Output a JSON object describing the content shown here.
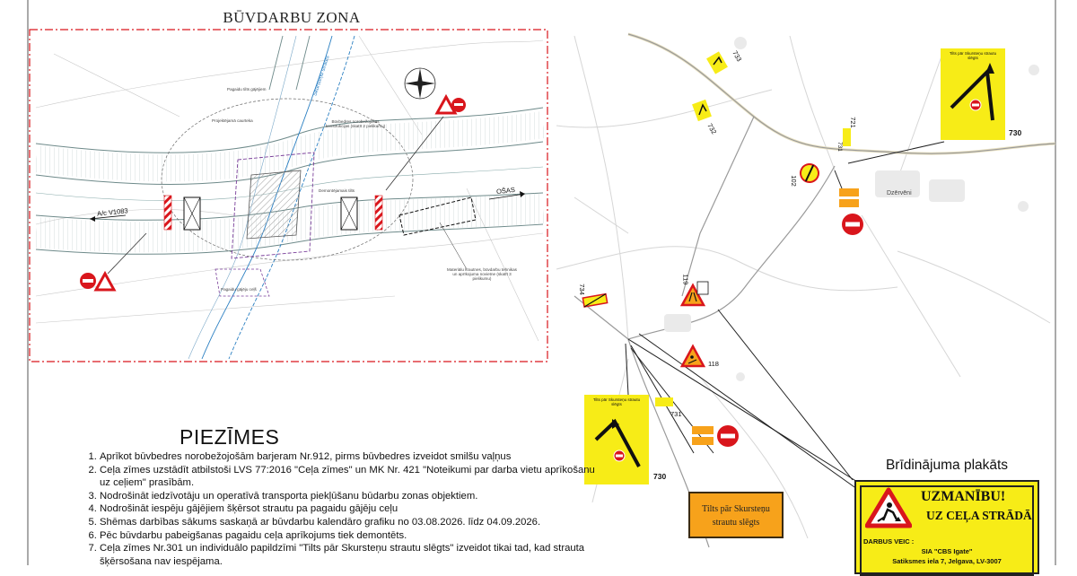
{
  "zone_title": "BŪVDARBU ZONA",
  "plan_labels": {
    "road_left": "A/c V1083",
    "road_right": "OŠAS",
    "creek": "Skursteņu strauts",
    "temp_footway": "Pagaidu tilts gājējiem",
    "perimeter": "Projektējamā caurteka",
    "barrier_note": "Būvbedres norobežojošās konstrukcijas (skatīt 2 pielikumu)",
    "existing_bridge": "Demontējamais tilts",
    "temp_path": "Pagaidu gājēju ceļš",
    "storage_note": "Materiālu krautnes, būvdarbu tehnikas un aprīkojuma novietne (skatīt 3 pielikumu)"
  },
  "notes": {
    "title": "PIEZĪMES",
    "items": [
      "Aprīkot būvbedres norobežojošām barjeram Nr.912, pirms būvbedres izveidot smilšu vaļņus",
      "Ceļa zīmes uzstādīt atbilstoši LVS 77:2016 \"Ceļa zīmes\"  un MK Nr. 421 \"Noteikumi par darba vietu aprīkošanu uz ceļiem\" prasībām.",
      "Nodrošināt iedzīvotāju un operatīvā transporta piekļūšanu būdarbu zonas objektiem.",
      "Nodrošināt iespēju gājējiem šķērsot strautu pa pagaidu gājēju ceļu",
      "Shēmas darbības sākums saskaņā ar būvdarbu kalendāro grafiku no 03.08.2026. līdz 04.09.2026.",
      "Pēc būvdarbu pabeigšanas pagaidu ceļa aprīkojums tiek demontēts.",
      "Ceļa zīmes Nr.301 un individuālo papildzīmi \"Tilts pār Skursteņu strautu slēgts\" izveidot tikai tad, kad strauta šķērsošana nav iespējama."
    ]
  },
  "map": {
    "sign_numbers": [
      "733",
      "732",
      "730",
      "721",
      "731",
      "730",
      "118",
      "734",
      "119",
      "102",
      "731"
    ],
    "village": "Dzērvēni",
    "detour_small_caption": "Tilts pār Skursteņu strautu slēgts"
  },
  "bridge_plate": {
    "line1": "Tilts pār Skursteņu",
    "line2": "strautu slēgts"
  },
  "warning_poster": {
    "title": "Brīdinājuma plakāts",
    "heading": "UZMANĪBU!",
    "subheading": "UZ CEĻA STRĀDĀ",
    "contractor_label": "DARBUS VEIC :",
    "contractor": "SIA \"CBS Igate\"",
    "address": "Satiksmes iela 7, Jelgava, LV-3007"
  },
  "colors": {
    "sign_yellow": "#f7ec17",
    "plate_orange": "#f7a21b",
    "sign_red": "#d9161c",
    "zone_border": "#d9161c",
    "creek_blue": "#2a7fc2",
    "road_casing": "#6e8a8a"
  }
}
